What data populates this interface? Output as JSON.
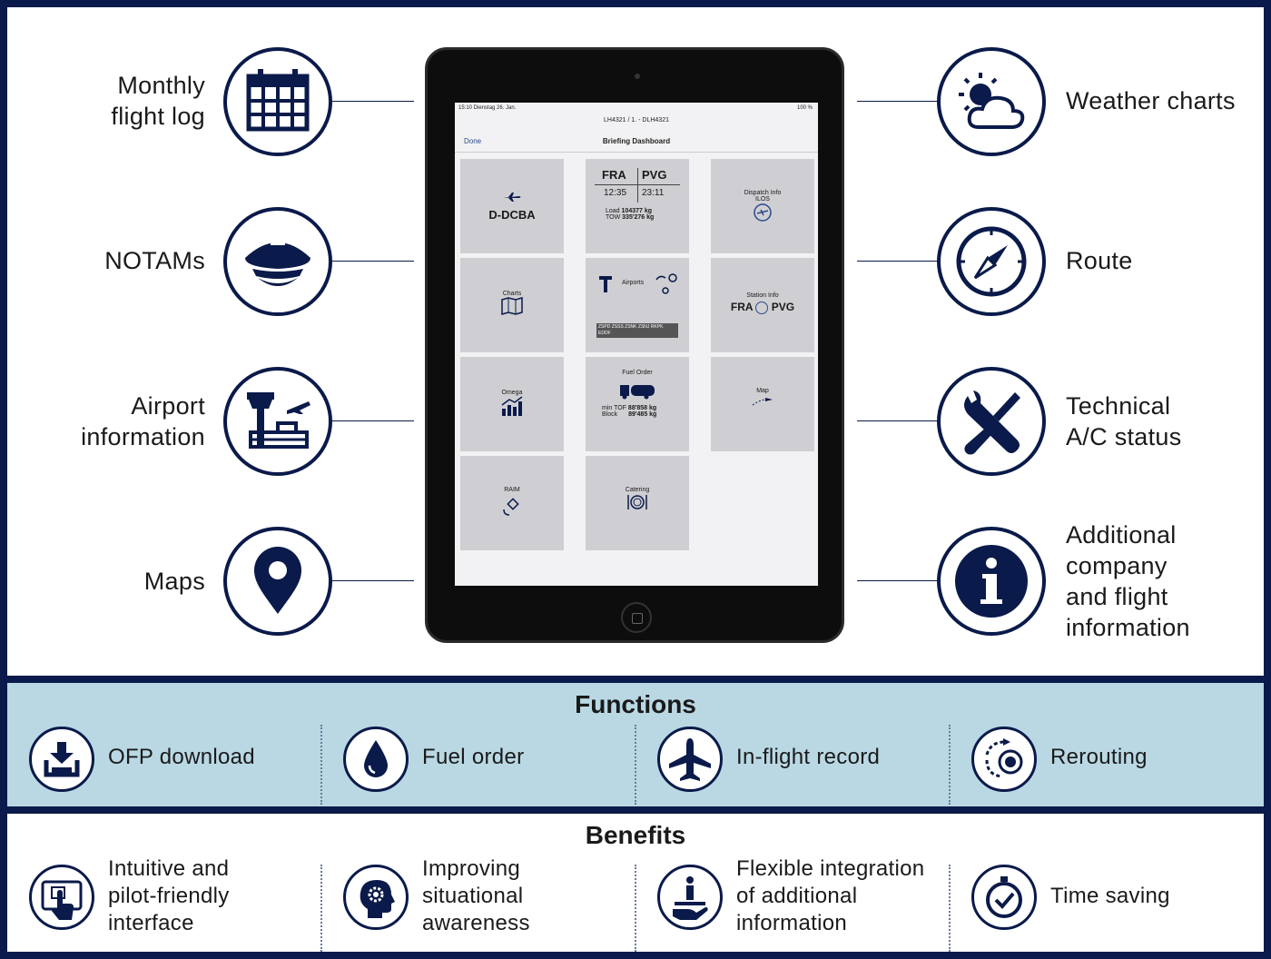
{
  "features_left": [
    {
      "label": "Monthly\nflight log",
      "icon": "calendar-icon"
    },
    {
      "label": "NOTAMs",
      "icon": "pilot-cap-icon"
    },
    {
      "label": "Airport\ninformation",
      "icon": "airport-tower-icon"
    },
    {
      "label": "Maps",
      "icon": "map-pin-icon"
    }
  ],
  "features_right": [
    {
      "label": "Weather charts",
      "icon": "weather-icon"
    },
    {
      "label": "Route",
      "icon": "compass-icon"
    },
    {
      "label": "Technical\nA/C status",
      "icon": "tools-icon"
    },
    {
      "label": "Additional\ncompany\nand flight\ninformation",
      "icon": "info-icon"
    }
  ],
  "tablet": {
    "status_left": "15:10  Dienstag 26. Jan.",
    "status_right": "100 %",
    "nav_sub": "LH4321 / 1. - DLH4321",
    "nav_done": "Done",
    "nav_title": "Briefing Dashboard",
    "tiles": {
      "aircraft": "D-DCBA",
      "from": "FRA",
      "to": "PVG",
      "dep_time": "12:35",
      "arr_time": "23:11",
      "load_label": "Load",
      "load_value": "104377 kg",
      "tow_label": "TOW",
      "tow_value": "335'276 kg",
      "dispatch": "Dispatch Info",
      "dispatch_sub": "ILOS",
      "charts": "Charts",
      "airports": "Airports",
      "airports_codes": "ZSPD  ZSSS  ZSNK  ZSNJ  RKPK  EDDF",
      "station": "Station Info",
      "station_from": "FRA",
      "station_to": "PVG",
      "omega": "Omega",
      "fuel_order": "Fuel Order",
      "min_tof_label": "min TOF",
      "min_tof_value": "88'858 kg",
      "block_label": "Block",
      "block_value": "89'485 kg",
      "map": "Map",
      "raim": "RAIM",
      "catering": "Catering"
    }
  },
  "functions": {
    "title": "Functions",
    "items": [
      {
        "label": "OFP download",
        "icon": "download-icon"
      },
      {
        "label": "Fuel order",
        "icon": "fuel-drop-icon"
      },
      {
        "label": "In-flight record",
        "icon": "airplane-icon"
      },
      {
        "label": "Rerouting",
        "icon": "rerouting-icon"
      }
    ]
  },
  "benefits": {
    "title": "Benefits",
    "items": [
      {
        "label": "Intuitive and\npilot-friendly\ninterface",
        "icon": "touch-screen-icon"
      },
      {
        "label": "Improving\nsituational\nawareness",
        "icon": "head-gear-icon"
      },
      {
        "label": "Flexible integration\nof additional\ninformation",
        "icon": "info-hand-icon"
      },
      {
        "label": "Time saving",
        "icon": "stopwatch-icon"
      }
    ]
  },
  "colors": {
    "navy": "#0a1a4a",
    "light_blue": "#b9d8e4",
    "tile_gray": "#cfcfd3"
  }
}
